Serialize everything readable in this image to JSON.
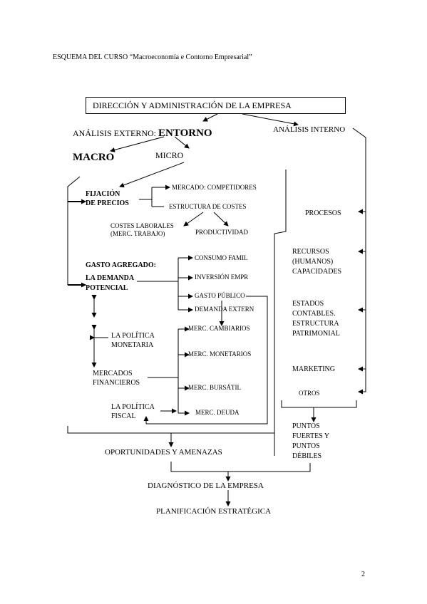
{
  "header": {
    "course_title": "ESQUEMA DEL CURSO “Macroeconomía e Contorno Empresarial”",
    "page_number": "2"
  },
  "diagram": {
    "top_box": "DIRECCIÓN Y ADMINISTRACIÓN DE LA EMPRESA",
    "external_analysis": "ANÁLISIS EXTERNO:",
    "entorno": "ENTORNO",
    "internal_analysis": "ANÁLISIS INTERNO",
    "macro": "MACRO",
    "micro": "MICRO",
    "price_setting_1": "FIJACIÓN",
    "price_setting_2": "DE PRECIOS",
    "market_competitors": "MERCADO: COMPETIDORES",
    "cost_structure": "ESTRUCTURA DE COSTES",
    "labour_costs_1": "COSTES LABORALES",
    "labour_costs_2": "(MERC. TRABAJO)",
    "productivity": "PRODUCTIVIDAD",
    "aggregate_spending": "GASTO AGREGADO:",
    "potential_demand_1": "LA DEMANDA",
    "potential_demand_2": "POTENCIAL",
    "consumption": "CONSUMO FAMIL",
    "investment": "INVERSIÓN EMPR",
    "public_spending": "GASTO PÚBLICO",
    "external_demand": "DEMANDA EXTERN",
    "monetary_policy_1": "LA POLÍTICA",
    "monetary_policy_2": "MONETARIA",
    "exchange_markets": "MERC. CAMBIARIOS",
    "monetary_markets": "MERC. MONETARIOS",
    "financial_markets_1": "MERCADOS",
    "financial_markets_2": "FINANCIEROS",
    "stock_market": "MERC. BURSÁTIL",
    "fiscal_policy_1": "LA POLÍTICA",
    "fiscal_policy_2": "FISCAL",
    "debt_market": "MERC. DEUDA",
    "processes": "PROCESOS",
    "resources_1": "RECURSOS",
    "resources_2": "(HUMANOS)",
    "resources_3": "CAPACIDADES",
    "statements_1": "ESTADOS",
    "statements_2": "CONTABLES.",
    "statements_3": "ESTRUCTURA",
    "statements_4": "PATRIMONIAL",
    "marketing": "MARKETING",
    "others": "OTROS",
    "strengths_1": "PUNTOS",
    "strengths_2": "FUERTES Y",
    "strengths_3": "PUNTOS",
    "strengths_4": "DÉBILES",
    "opportunities": "OPORTUNIDADES Y AMENAZAS",
    "diagnosis": "DIAGNÓSTICO DE LA EMPRESA",
    "planning": "PLANIFICACIÓN ESTRATÉGICA"
  }
}
